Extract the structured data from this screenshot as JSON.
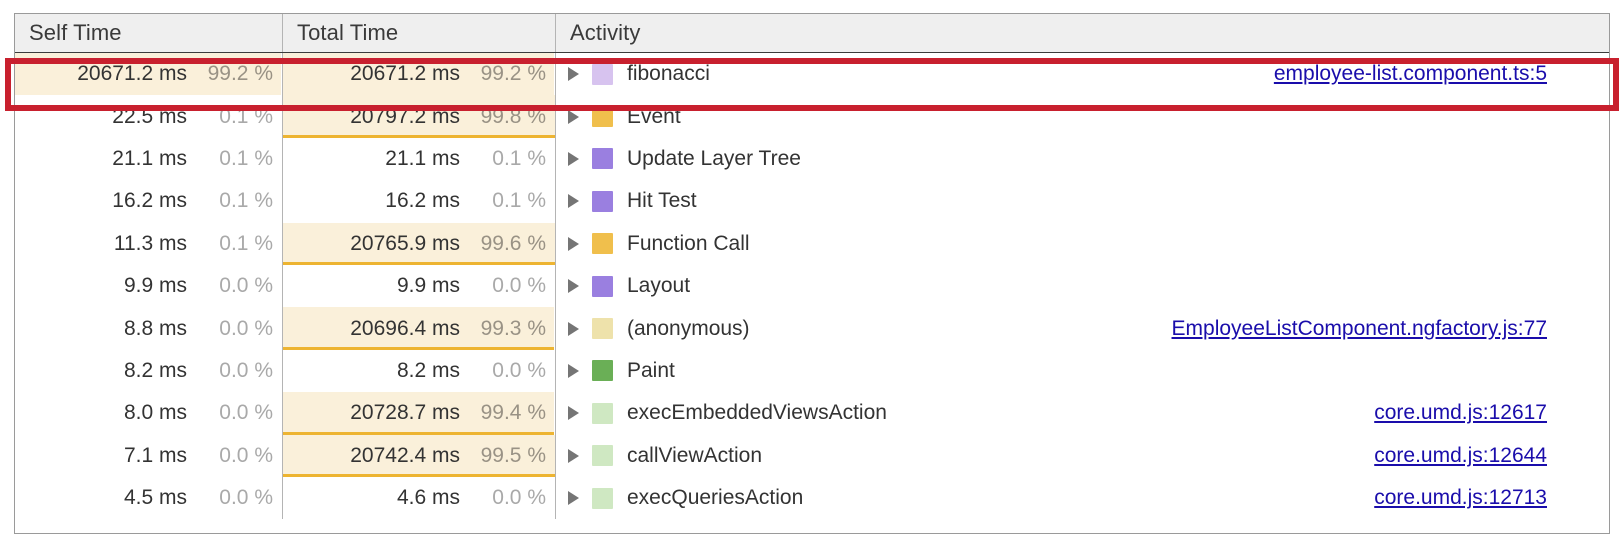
{
  "table": {
    "columns": [
      {
        "key": "self_time",
        "label": "Self Time"
      },
      {
        "key": "total_time",
        "label": "Total Time"
      },
      {
        "key": "activity",
        "label": "Activity"
      }
    ],
    "rows": [
      {
        "self_ms": "20671.2 ms",
        "self_pct": "99.2 %",
        "self_fill": 99.2,
        "total_ms": "20671.2 ms",
        "total_pct": "99.2 %",
        "total_fill": 99.2,
        "activity": "fibonacci",
        "swatch": "#d7c3ef",
        "source": "employee-list.component.ts:5"
      },
      {
        "self_ms": "22.5 ms",
        "self_pct": "0.1 %",
        "self_fill": 0,
        "total_ms": "20797.2 ms",
        "total_pct": "99.8 %",
        "total_fill": 99.8,
        "activity": "Event",
        "swatch": "#f0bf4c",
        "source": ""
      },
      {
        "self_ms": "21.1 ms",
        "self_pct": "0.1 %",
        "self_fill": 0,
        "total_ms": "21.1 ms",
        "total_pct": "0.1 %",
        "total_fill": 0,
        "activity": "Update Layer Tree",
        "swatch": "#9a7fe0",
        "source": ""
      },
      {
        "self_ms": "16.2 ms",
        "self_pct": "0.1 %",
        "self_fill": 0,
        "total_ms": "16.2 ms",
        "total_pct": "0.1 %",
        "total_fill": 0,
        "activity": "Hit Test",
        "swatch": "#9a7fe0",
        "source": ""
      },
      {
        "self_ms": "11.3 ms",
        "self_pct": "0.1 %",
        "self_fill": 0,
        "total_ms": "20765.9 ms",
        "total_pct": "99.6 %",
        "total_fill": 99.6,
        "activity": "Function Call",
        "swatch": "#f0bf4c",
        "source": ""
      },
      {
        "self_ms": "9.9 ms",
        "self_pct": "0.0 %",
        "self_fill": 0,
        "total_ms": "9.9 ms",
        "total_pct": "0.0 %",
        "total_fill": 0,
        "activity": "Layout",
        "swatch": "#9a7fe0",
        "source": ""
      },
      {
        "self_ms": "8.8 ms",
        "self_pct": "0.0 %",
        "self_fill": 0,
        "total_ms": "20696.4 ms",
        "total_pct": "99.3 %",
        "total_fill": 99.3,
        "activity": "(anonymous)",
        "swatch": "#eee2ab",
        "source": "EmployeeListComponent.ngfactory.js:77"
      },
      {
        "self_ms": "8.2 ms",
        "self_pct": "0.0 %",
        "self_fill": 0,
        "total_ms": "8.2 ms",
        "total_pct": "0.0 %",
        "total_fill": 0,
        "activity": "Paint",
        "swatch": "#6aaf56",
        "source": ""
      },
      {
        "self_ms": "8.0 ms",
        "self_pct": "0.0 %",
        "self_fill": 0,
        "total_ms": "20728.7 ms",
        "total_pct": "99.4 %",
        "total_fill": 99.4,
        "activity": "execEmbeddedViewsAction",
        "swatch": "#cfe8c2",
        "source": "core.umd.js:12617"
      },
      {
        "self_ms": "7.1 ms",
        "self_pct": "0.0 %",
        "self_fill": 0,
        "total_ms": "20742.4 ms",
        "total_pct": "99.5 %",
        "total_fill": 99.5,
        "activity": "callViewAction",
        "swatch": "#cfe8c2",
        "source": "core.umd.js:12644"
      },
      {
        "self_ms": "4.5 ms",
        "self_pct": "0.0 %",
        "self_fill": 0,
        "total_ms": "4.6 ms",
        "total_pct": "0.0 %",
        "total_fill": 0,
        "activity": "execQueriesAction",
        "swatch": "#cfe8c2",
        "source": "core.umd.js:12713"
      }
    ]
  },
  "annotation": {
    "highlight_row_index": 0,
    "color": "#c8202e"
  },
  "icons": {
    "expand_triangle": "disclosure-triangle-right"
  }
}
